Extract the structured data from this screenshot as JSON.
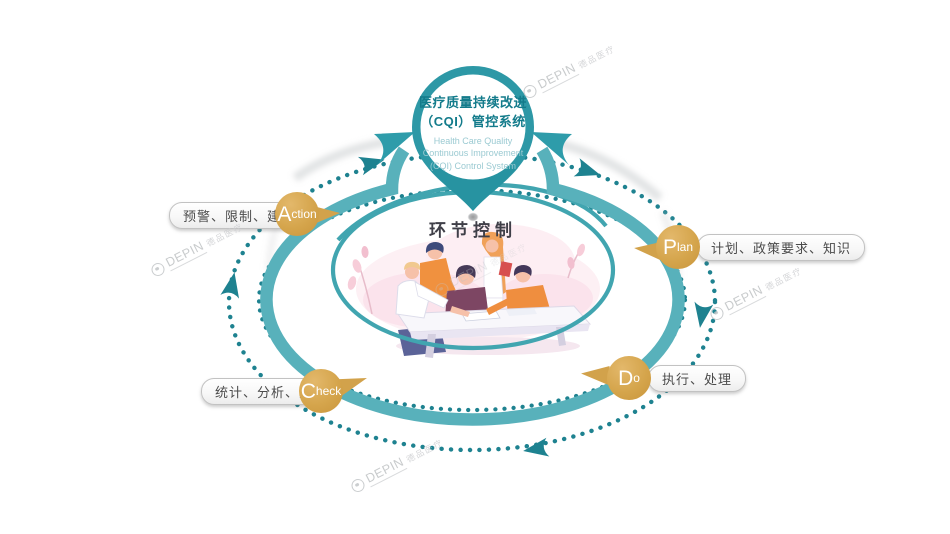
{
  "pin": {
    "title_lines": [
      "医疗质量持续改进",
      "（CQI）管控系统"
    ],
    "subtitle_lines": [
      "Health Care Quality",
      "Continuous Improvement",
      "(CQI) Control System"
    ]
  },
  "center": {
    "label": "环节控制"
  },
  "badges": [
    {
      "id": "action",
      "initial": "A",
      "rest": "ction",
      "label": "预警、限制、建议"
    },
    {
      "id": "plan",
      "initial": "P",
      "rest": "lan",
      "label": "计划、政策要求、知识"
    },
    {
      "id": "check",
      "initial": "C",
      "rest": "heck",
      "label": "统计、分析、挖掘"
    },
    {
      "id": "do",
      "initial": "D",
      "rest": "o",
      "label": "执行、处理"
    }
  ],
  "watermark": {
    "brand": "DEPIN",
    "company": "德品医疗"
  },
  "colors": {
    "pin_teal": "#2D98A6",
    "band_teal": "#58B1BB",
    "dot_teal": "#1E8290",
    "gold": "#D5A54C",
    "text_dark": "#3F3F48"
  }
}
